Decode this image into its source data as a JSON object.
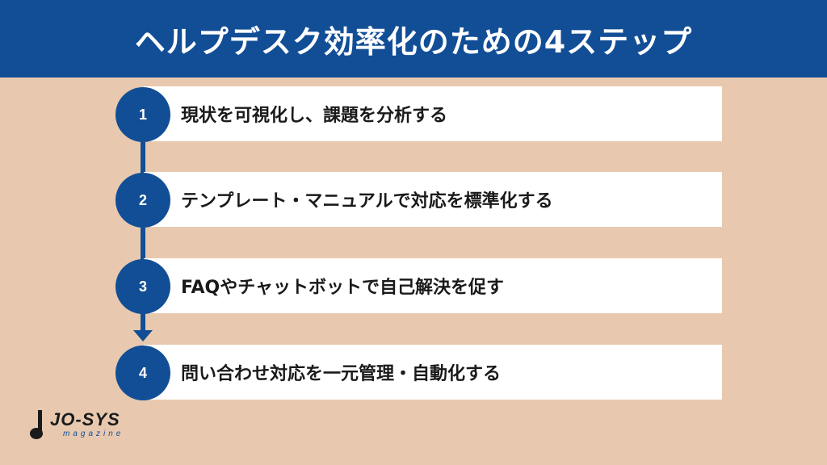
{
  "title": "ヘルプデスク効率化のための4ステップ",
  "steps": [
    {
      "number": "1",
      "text": "現状を可視化し、課題を分析する"
    },
    {
      "number": "2",
      "text": "テンプレート・マニュアルで対応を標準化する"
    },
    {
      "number": "3",
      "text": "FAQやチャットボットで自己解決を促す"
    },
    {
      "number": "4",
      "text": "問い合わせ対応を一元管理・自動化する"
    }
  ],
  "logo": {
    "brand": "JO-SYS",
    "sub": "magazine"
  },
  "colors": {
    "primary": "#124e96",
    "background": "#e8c9af",
    "card": "#ffffff",
    "text": "#1a1a1a"
  }
}
